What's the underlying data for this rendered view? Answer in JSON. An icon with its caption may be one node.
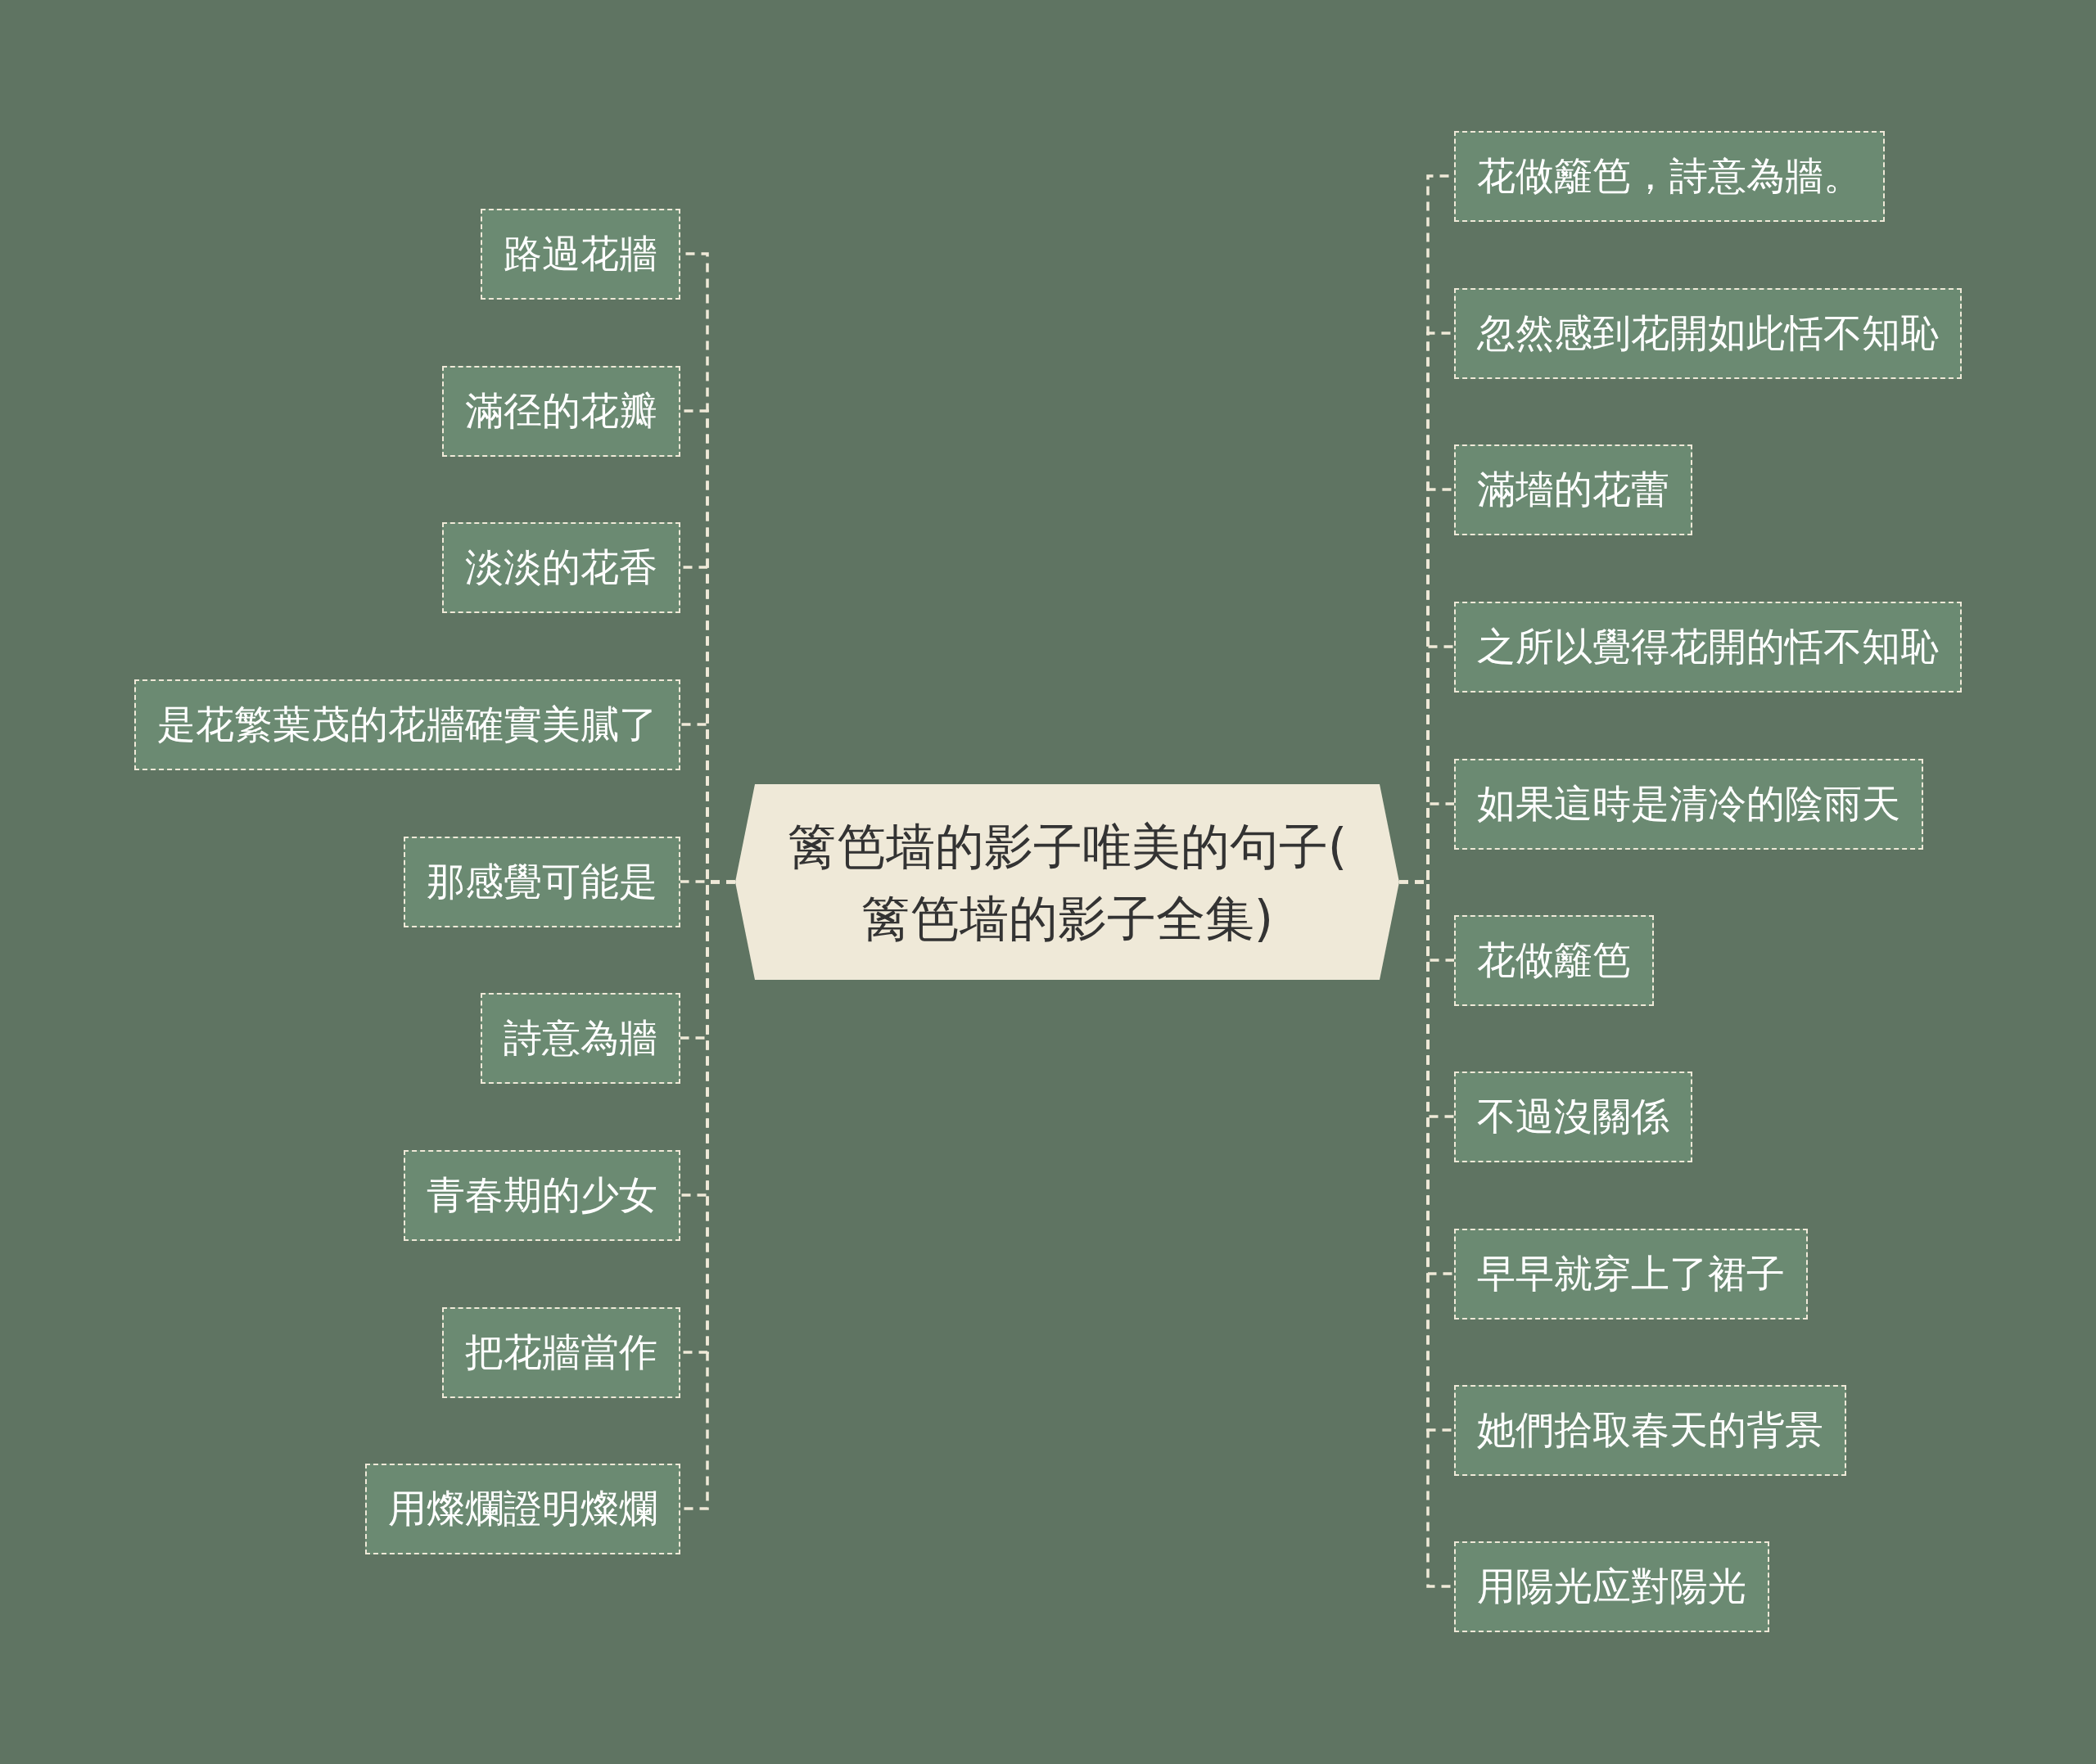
{
  "diagram": {
    "nodes": [
      {
        "text": [
          "篱笆墙的影子唯美的句子(篱笆墙的影子全集)"
        ]
      },
      {
        "text": [
          "路過花牆"
        ]
      },
      {
        "text": [
          "滿径的花瓣"
        ]
      },
      {
        "text": [
          "淡淡的花香"
        ]
      },
      {
        "text": [
          "是花繁葉茂的花牆確實美膩了"
        ]
      },
      {
        "text": [
          "那感覺可能是"
        ]
      },
      {
        "text": [
          "詩意為牆"
        ]
      },
      {
        "text": [
          "青春期的少女"
        ]
      },
      {
        "text": [
          "把花牆當作"
        ]
      },
      {
        "text": [
          "用燦爛證明燦爛"
        ]
      },
      {
        "text": [
          "花做籬笆，詩意為牆。"
        ]
      },
      {
        "text": [
          "忽然感到花開如此恬不知恥"
        ]
      },
      {
        "text": [
          "滿墻的花蕾"
        ]
      },
      {
        "text": [
          "之所以覺得花開的恬不知恥"
        ]
      },
      {
        "text": [
          "如果這時是清冷的陰雨天"
        ]
      },
      {
        "text": [
          "花做籬笆"
        ]
      },
      {
        "text": [
          "不過沒關係"
        ]
      },
      {
        "text": [
          "早早就穿上了裙子"
        ]
      },
      {
        "text": [
          "她們拾取春天的背景"
        ]
      },
      {
        "text": [
          "用陽光应對陽光"
        ]
      }
    ],
    "edges": [
      {
        "from": 0,
        "to": 1,
        "arrow": "none",
        "style": "dashed"
      },
      {
        "from": 0,
        "to": 2,
        "arrow": "none",
        "style": "dashed"
      },
      {
        "from": 0,
        "to": 3,
        "arrow": "none",
        "style": "dashed"
      },
      {
        "from": 0,
        "to": 4,
        "arrow": "none",
        "style": "dashed"
      },
      {
        "from": 0,
        "to": 5,
        "arrow": "none",
        "style": "dashed"
      },
      {
        "from": 0,
        "to": 6,
        "arrow": "none",
        "style": "dashed"
      },
      {
        "from": 0,
        "to": 7,
        "arrow": "none",
        "style": "dashed"
      },
      {
        "from": 0,
        "to": 8,
        "arrow": "none",
        "style": "dashed"
      },
      {
        "from": 0,
        "to": 9,
        "arrow": "none",
        "style": "dashed"
      },
      {
        "from": 0,
        "to": 10,
        "arrow": "none",
        "style": "dashed"
      },
      {
        "from": 0,
        "to": 11,
        "arrow": "none",
        "style": "dashed"
      },
      {
        "from": 0,
        "to": 12,
        "arrow": "none",
        "style": "dashed"
      },
      {
        "from": 0,
        "to": 13,
        "arrow": "none",
        "style": "dashed"
      },
      {
        "from": 0,
        "to": 14,
        "arrow": "none",
        "style": "dashed"
      },
      {
        "from": 0,
        "to": 15,
        "arrow": "none",
        "style": "dashed"
      },
      {
        "from": 0,
        "to": 16,
        "arrow": "none",
        "style": "dashed"
      },
      {
        "from": 0,
        "to": 17,
        "arrow": "none",
        "style": "dashed"
      },
      {
        "from": 0,
        "to": 18,
        "arrow": "none",
        "style": "dashed"
      },
      {
        "from": 0,
        "to": 19,
        "arrow": "none",
        "style": "dashed"
      }
    ]
  }
}
